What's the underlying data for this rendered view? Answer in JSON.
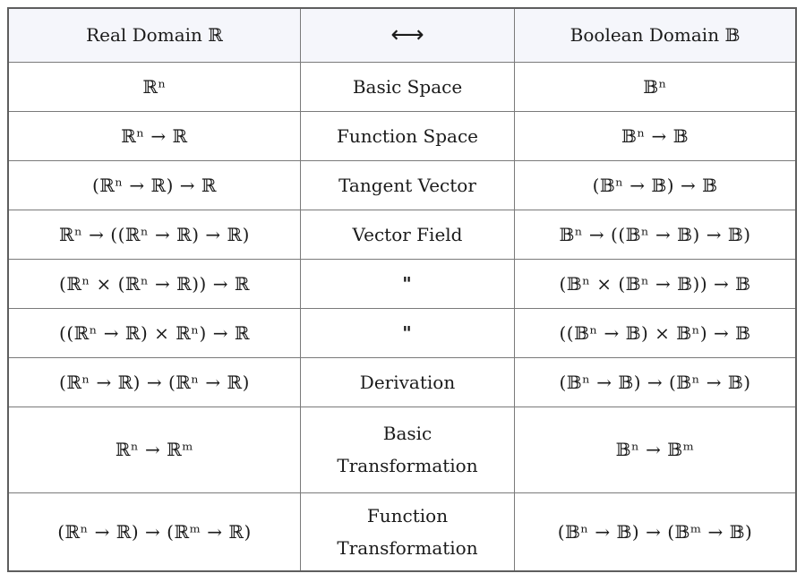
{
  "table": {
    "header": {
      "real": "Real Domain ℝ",
      "arrow": "⟷",
      "boolean": "Boolean Domain 𝔹"
    },
    "rows": [
      {
        "real": "ℝⁿ",
        "label": "Basic Space",
        "boolean": "𝔹ⁿ"
      },
      {
        "real": "ℝⁿ → ℝ",
        "label": "Function Space",
        "boolean": "𝔹ⁿ → 𝔹"
      },
      {
        "real": "(ℝⁿ → ℝ) → ℝ",
        "label": "Tangent Vector",
        "boolean": "(𝔹ⁿ → 𝔹) → 𝔹"
      },
      {
        "real": "ℝⁿ → ((ℝⁿ → ℝ) → ℝ)",
        "label": "Vector Field",
        "boolean": "𝔹ⁿ → ((𝔹ⁿ → 𝔹) → 𝔹)"
      },
      {
        "real": "(ℝⁿ × (ℝⁿ → ℝ)) → ℝ",
        "label": "\"",
        "boolean": "(𝔹ⁿ × (𝔹ⁿ → 𝔹)) → 𝔹"
      },
      {
        "real": "((ℝⁿ → ℝ) × ℝⁿ) → ℝ",
        "label": "\"",
        "boolean": "((𝔹ⁿ → 𝔹) × 𝔹ⁿ) → 𝔹"
      },
      {
        "real": "(ℝⁿ → ℝ) → (ℝⁿ → ℝ)",
        "label": "Derivation",
        "boolean": "(𝔹ⁿ → 𝔹) → (𝔹ⁿ → 𝔹)"
      },
      {
        "real": "ℝⁿ → ℝᵐ",
        "label": "Basic\nTransformation",
        "boolean": "𝔹ⁿ → 𝔹ᵐ"
      },
      {
        "real": "(ℝⁿ → ℝ) → (ℝᵐ → ℝ)",
        "label": "Function\nTransformation",
        "boolean": "(𝔹ⁿ → 𝔹) → (𝔹ᵐ → 𝔹)"
      }
    ]
  },
  "colors": {
    "header_bg": "#f5f6fb",
    "grid_line": "#7a7a7a",
    "outer_border": "#5e5e5e",
    "text": "#1b1b1b",
    "cell_bg": "#ffffff"
  }
}
